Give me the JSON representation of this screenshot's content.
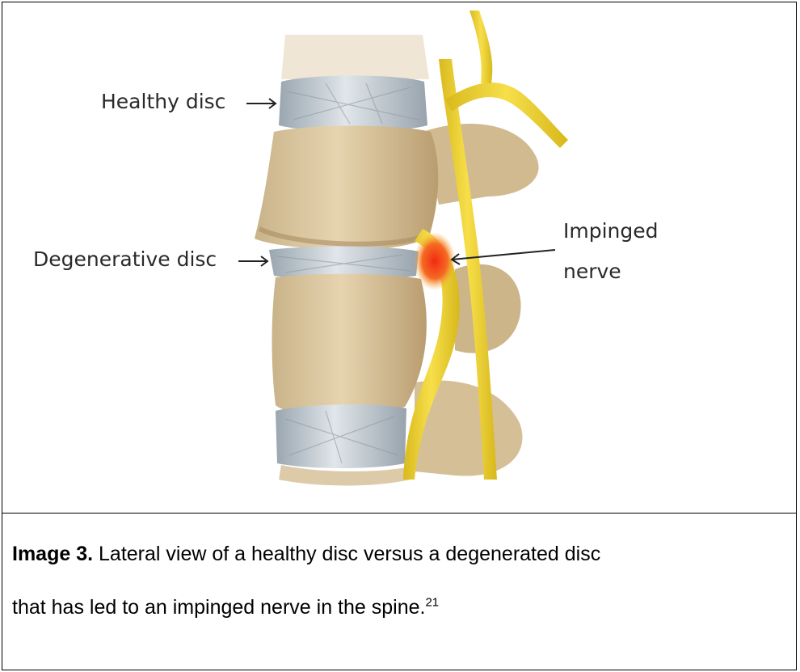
{
  "figure": {
    "labels": {
      "healthy_disc": "Healthy disc",
      "degenerative_disc": "Degenerative disc",
      "impinged_line1": "Impinged",
      "impinged_line2": "nerve"
    },
    "colors": {
      "bone": "#dcc8a2",
      "bone_shadow": "#b79d73",
      "disc": "#b9c2c9",
      "disc_highlight": "#dfe5ea",
      "nerve": "#f2d132",
      "inflammation": "#f0401d"
    }
  },
  "caption": {
    "label": "Image 3.",
    "line1": " Lateral view of a healthy disc versus a degenerated disc",
    "line2": "that has led to an impinged nerve in the spine.",
    "reference": "21"
  }
}
